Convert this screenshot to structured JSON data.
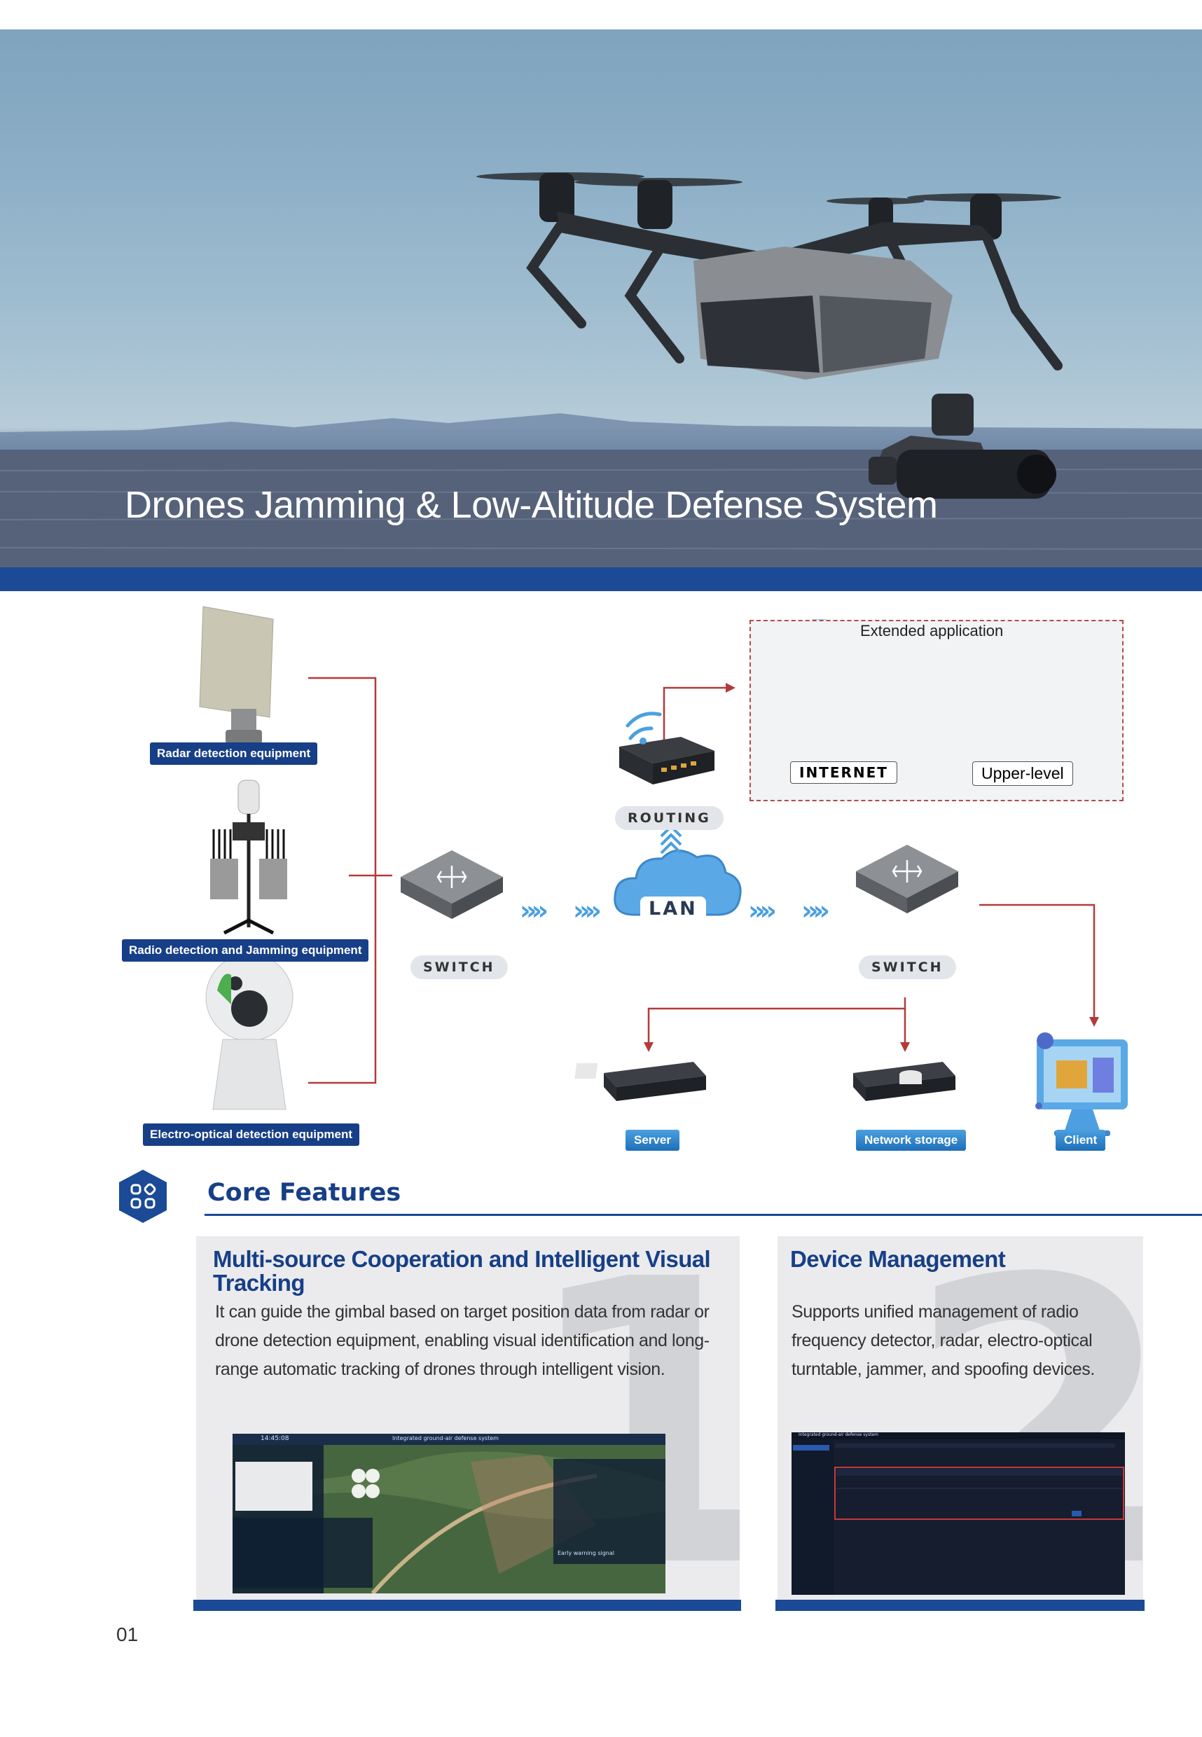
{
  "hero": {
    "title": "Drones Jamming & Low-Altitude Defense System"
  },
  "equipment": {
    "radar": "Radar detection equipment",
    "radio": "Radio detection and Jamming equipment",
    "electro": "Electro-optical detection equipment"
  },
  "network": {
    "switch_left": "SWITCH",
    "switch_right": "SWITCH",
    "routing": "ROUTING",
    "lan": "LAN",
    "server": "Server",
    "storage": "Network storage",
    "client": "Client"
  },
  "extended": {
    "title": "Extended application",
    "internet": "INTERNET",
    "upper": "Upper-level"
  },
  "core": {
    "title": "Core Features",
    "cards": [
      {
        "number": "1",
        "title": "Multi-source Cooperation and Intelligent Visual Tracking",
        "text": "It can guide the gimbal based on target position data from radar or drone detection equipment, enabling visual identification and long-range automatic tracking of drones through intelligent vision.",
        "screen_title": "Integrated ground-air defense system",
        "screen_time": "14:45:08",
        "screen_alert": "Early warning signal"
      },
      {
        "number": "2",
        "title": "Device Management",
        "text": "Supports unified management of radio frequency detector, radar, electro-optical turntable, jammer, and spoofing devices.",
        "screen_title": "Integrated ground-air defense system"
      }
    ]
  },
  "footer": {
    "page": "01"
  },
  "colors": {
    "brand_blue": "#1b4a96",
    "line_red": "#b33a3a",
    "accent_cyan": "#4aa0e0"
  }
}
